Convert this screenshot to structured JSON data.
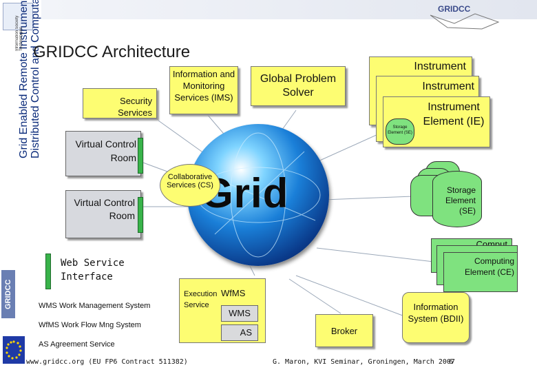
{
  "sidebar": {
    "vertical_title_line1": "Grid Enabled Remote Instrumentation with",
    "vertical_title_line2": "Distributed Control and Computation",
    "logo_text": "Information Society Technologies",
    "gridcc_badge": "GRIDCC"
  },
  "header": {
    "logo": "GRIDCC"
  },
  "title": "GRIDCC Architecture",
  "boxes": {
    "security": "Security Services",
    "ims": "Information and Monitoring Services (IMS)",
    "gps": "Global Problem Solver",
    "vcr1": "Virtual Control Room",
    "vcr2": "Virtual Control Room",
    "cs": "Collaborative Services (CS)",
    "instrument_back": "Instrument",
    "instrument_mid": "Instrument",
    "ie": "Instrument Element (IE)",
    "ie_storage": "Storage Element (SE)",
    "se": "Storage Element (SE)",
    "ce_back": "Comput",
    "ce": "Computing Element (CE)",
    "wsi": "Web Service Interface",
    "exec": "Execution Service",
    "wfms": "WfMS",
    "wms": "WMS",
    "as": "AS",
    "broker": "Broker",
    "bdii": "Information System (BDII)",
    "grid_word": "Grid"
  },
  "legend": {
    "wms": "WMS Work Management System",
    "wfms": "WfMS Work Flow Mng System",
    "as": "AS Agreement Service"
  },
  "footer": {
    "left": "www.gridcc.org (EU FP6 Contract 511382)",
    "right": "G. Maron, KVI Seminar, Groningen,  March 2007",
    "page": "6"
  }
}
